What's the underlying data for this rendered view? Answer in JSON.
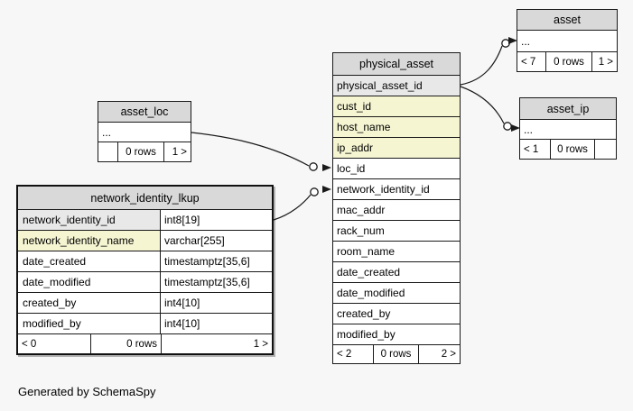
{
  "page": {
    "generated_note": "Generated by SchemaSpy"
  },
  "colors": {
    "background": "#f7f7f7",
    "table_header_bg": "#d9d9d9",
    "primary_key_bg": "#e8e8e8",
    "indexed_column_bg": "#f5f5d2",
    "row_bg": "#ffffff",
    "border": "#1a1a1a"
  },
  "tables": {
    "physical_asset": {
      "title": "physical_asset",
      "columns": [
        "physical_asset_id",
        "cust_id",
        "host_name",
        "ip_addr",
        "loc_id",
        "network_identity_id",
        "mac_addr",
        "rack_num",
        "room_name",
        "date_created",
        "date_modified",
        "created_by",
        "modified_by"
      ],
      "pager": [
        "< 2",
        "0 rows",
        "2 >"
      ]
    },
    "asset": {
      "title": "asset",
      "ellipsis": "...",
      "pager": [
        "< 7",
        "0 rows",
        "1 >"
      ]
    },
    "asset_ip": {
      "title": "asset_ip",
      "ellipsis": "...",
      "pager": [
        "< 1",
        "0 rows",
        ""
      ]
    },
    "asset_loc": {
      "title": "asset_loc",
      "ellipsis": "...",
      "pager": [
        "",
        "0 rows",
        "1 >"
      ]
    },
    "network_identity_lkup": {
      "title": "network_identity_lkup",
      "columns": [
        {
          "name": "network_identity_id",
          "type": "int8[19]"
        },
        {
          "name": "network_identity_name",
          "type": "varchar[255]"
        },
        {
          "name": "date_created",
          "type": "timestamptz[35,6]"
        },
        {
          "name": "date_modified",
          "type": "timestamptz[35,6]"
        },
        {
          "name": "created_by",
          "type": "int4[10]"
        },
        {
          "name": "modified_by",
          "type": "int4[10]"
        }
      ],
      "pager": [
        "< 0",
        "0 rows",
        "1 >"
      ]
    }
  },
  "relationships": [
    {
      "from": "physical_asset.physical_asset_id",
      "to": "asset"
    },
    {
      "from": "physical_asset.physical_asset_id",
      "to": "asset_ip"
    },
    {
      "from": "asset_loc",
      "to": "physical_asset.loc_id"
    },
    {
      "from": "network_identity_lkup.network_identity_id",
      "to": "physical_asset.network_identity_id"
    }
  ]
}
